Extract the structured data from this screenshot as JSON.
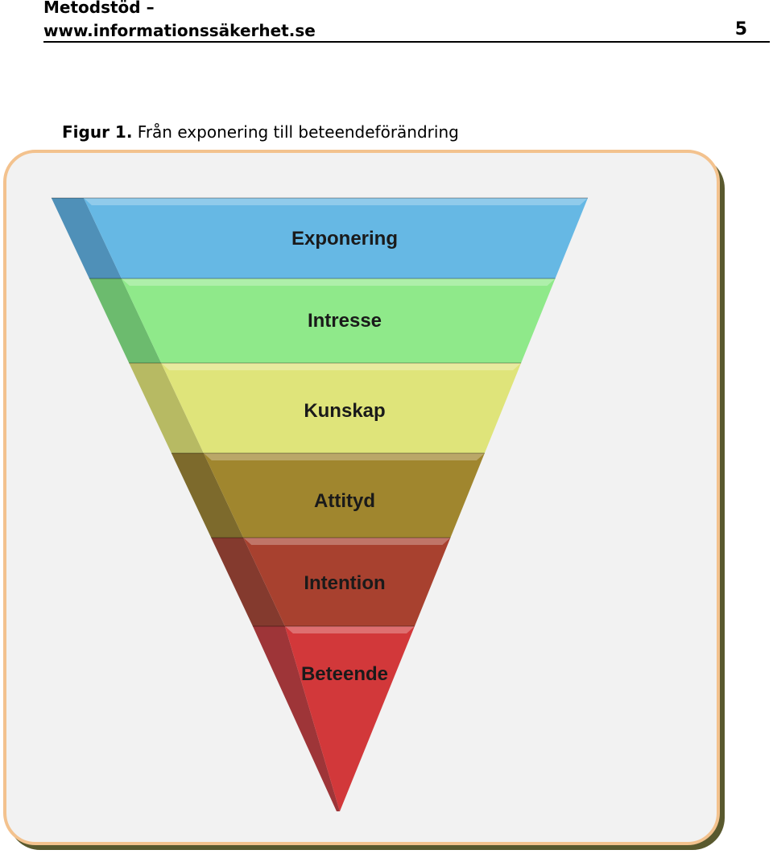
{
  "header": {
    "line1": "Metodstöd –",
    "line2": "www.informationssäkerhet.se",
    "page": "5"
  },
  "caption": {
    "label": "Figur 1.",
    "text": "Från exponering till beteendeförändring"
  },
  "funnel": {
    "levels": [
      {
        "label": "Exponering",
        "color": "#66b8e4",
        "side": "#4f90b8"
      },
      {
        "label": "Intresse",
        "color": "#8fe98a",
        "side": "#6cbb6e"
      },
      {
        "label": "Kunskap",
        "color": "#dfe47a",
        "side": "#b7ba63"
      },
      {
        "label": "Attityd",
        "color": "#a0862e",
        "side": "#7d6a2c"
      },
      {
        "label": "Intention",
        "color": "#a8412f",
        "side": "#843a2e"
      },
      {
        "label": "Beteende",
        "color": "#d2383a",
        "side": "#9e3538"
      }
    ]
  },
  "frame": {
    "border": "#f3c28e",
    "fill": "#f2f2f2"
  }
}
